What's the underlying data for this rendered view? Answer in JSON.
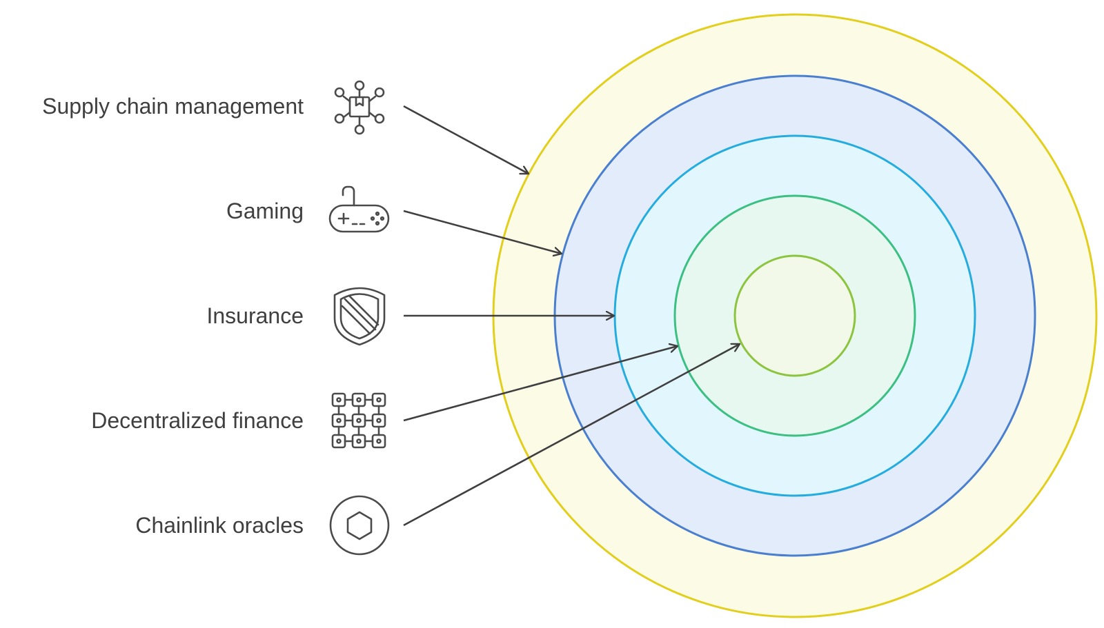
{
  "items": [
    {
      "label": "Supply chain management",
      "icon": "supply-chain-icon",
      "ring": "outer"
    },
    {
      "label": "Gaming",
      "icon": "gamepad-icon",
      "ring": "second"
    },
    {
      "label": "Insurance",
      "icon": "shield-icon",
      "ring": "third"
    },
    {
      "label": "Decentralized finance",
      "icon": "block-grid-icon",
      "ring": "fourth"
    },
    {
      "label": "Chainlink oracles",
      "icon": "hexagon-icon",
      "ring": "center"
    }
  ],
  "rings": [
    {
      "name": "outer",
      "stroke": "#e2cf1d",
      "fill": "#fcfbe6"
    },
    {
      "name": "second",
      "stroke": "#4a7fd0",
      "fill": "#e3ecfb"
    },
    {
      "name": "third",
      "stroke": "#25acdf",
      "fill": "#e2f6fd"
    },
    {
      "name": "fourth",
      "stroke": "#3bbf82",
      "fill": "#e6f8ef"
    },
    {
      "name": "center",
      "stroke": "#8cc43f",
      "fill": "#f3f9e8"
    }
  ],
  "colors": {
    "text": "#3f3f3f",
    "arrow": "#3f3f3f",
    "icon": "#4a4a4a"
  }
}
